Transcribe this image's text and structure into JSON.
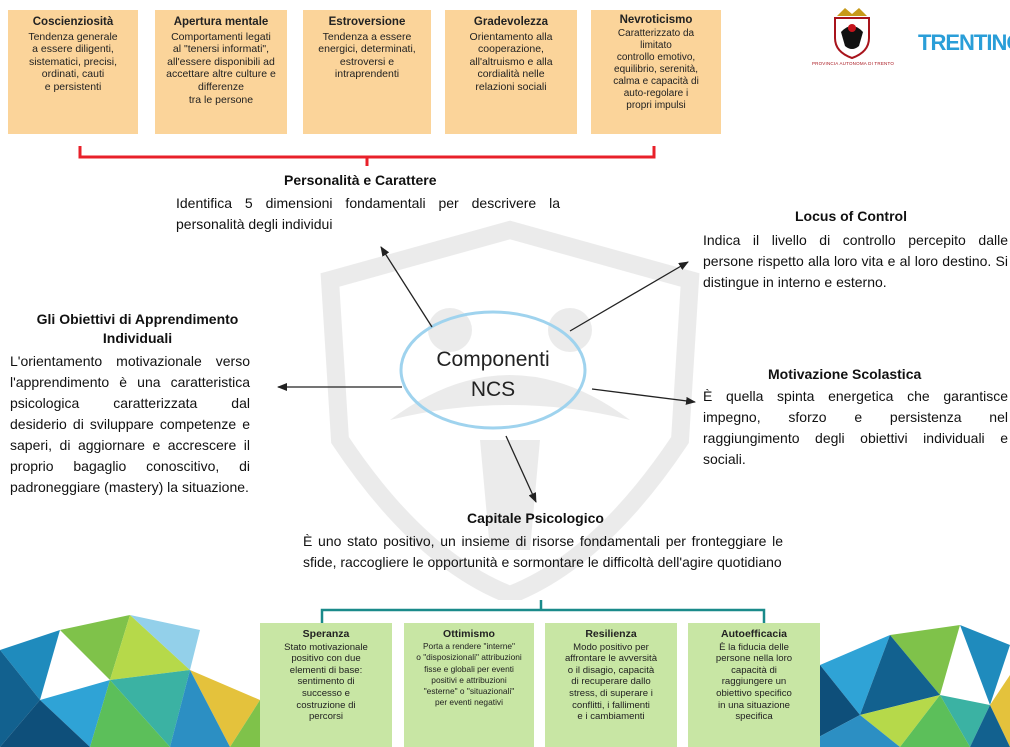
{
  "logos": {
    "province_caption": "PROVINCIA AUTONOMA DI TRENTO",
    "trentino_logo": "TRENTINO"
  },
  "traits": [
    {
      "title": "Coscienziosità",
      "desc": "Tendenza generale\na essere diligenti,\nsistematici, precisi,\nordinati, cauti\ne persistenti"
    },
    {
      "title": "Apertura mentale",
      "desc": "Comportamenti legati\nal \"tenersi informati\",\nall'essere disponibili ad\naccettare altre culture e\ndifferenze\ntra le persone"
    },
    {
      "title": "Estroversione",
      "desc": "Tendenza a essere\nenergici, determinati,\nestroversi e\nintraprendenti"
    },
    {
      "title": "Gradevolezza",
      "desc": "Orientamento alla\ncooperazione,\nall'altruismo e alla\ncordialità nelle\nrelazioni sociali"
    },
    {
      "title": "Nevroticismo",
      "desc": "Caratterizzato da\nlimitato\ncontrollo emotivo,\nequilibrio, serenità,\ncalma e capacità di\nauto-regolare i\npropri impulsi"
    }
  ],
  "center": {
    "line1": "Componenti",
    "line2": "NCS"
  },
  "personality": {
    "title": "Personalità e Carattere",
    "text": "Identifica 5 dimensioni fondamentali per descrivere la personalità degli individui"
  },
  "locus": {
    "title": "Locus of Control",
    "text": "Indica il livello di controllo percepito dalle persone rispetto alla loro vita e al loro destino. Si distingue in interno e esterno."
  },
  "objectives": {
    "title": "Gli Obiettivi di Apprendimento Individuali",
    "text": "L'orientamento motivazionale verso l'apprendimento è una caratteristica psicologica caratterizzata dal desiderio di sviluppare competenze e saperi, di aggiornare e accrescere il proprio bagaglio conoscitivo, di padroneggiare (mastery) la situazione."
  },
  "motivation": {
    "title": "Motivazione Scolastica",
    "text": "È quella spinta energetica che garantisce impegno, sforzo e persistenza nel raggiungimento degli obiettivi individuali e sociali."
  },
  "capital": {
    "title": "Capitale Psicologico",
    "text": "È uno stato positivo, un insieme di risorse fondamentali per fronteggiare le sfide, raccogliere le opportunità e sormontare le difficoltà dell'agire quotidiano"
  },
  "capital_items": [
    {
      "title": "Speranza",
      "desc": "Stato motivazionale\npositivo con due\nelementi di base:\nsentimento di\nsuccesso e\ncostruzione di\npercorsi"
    },
    {
      "title": "Ottimismo",
      "desc": "Porta a rendere \"interne\"\no \"disposizionali\" attribuzioni\nfisse e globali per eventi\npositivi e attribuzioni\n\"esterne\" o \"situazionali\"\nper eventi negativi"
    },
    {
      "title": "Resilienza",
      "desc": "Modo positivo per\naffrontare le avversità\no il disagio, capacità\ndi recuperare dallo\nstress, di superare i\nconflitti, i fallimenti\ne i cambiamenti"
    },
    {
      "title": "Autoefficacia",
      "desc": "È la fiducia delle\npersone nella loro\ncapacità di\nraggiungere un\nobiettivo specifico\nin una situazione\nspecifica"
    }
  ],
  "colors": {
    "trait_box": "#fbd49a",
    "capital_box": "#c8e6a4",
    "red_bracket": "#e8202a",
    "teal_bracket": "#1a8a8a",
    "ellipse_stroke": "#9fd3ee",
    "arrow": "#222222"
  }
}
